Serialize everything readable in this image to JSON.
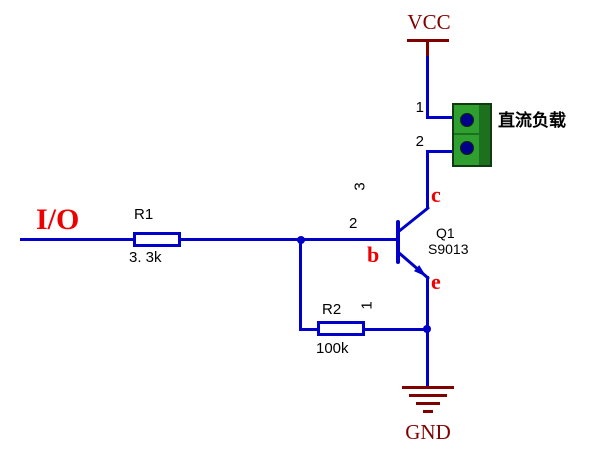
{
  "colors": {
    "wire_blue": "#0000c8",
    "power_dark_red": "#800000",
    "label_red": "#ee0000",
    "text_black": "#000000",
    "connector_green": "#2fa02f",
    "connector_pin_navy": "#00008b",
    "background": "#ffffff"
  },
  "power": {
    "vcc": "VCC",
    "gnd": "GND"
  },
  "input": {
    "io": "I/O"
  },
  "resistors": {
    "r1": {
      "designator": "R1",
      "value": "3. 3k"
    },
    "r2": {
      "designator": "R2",
      "value": "100k"
    }
  },
  "transistor": {
    "designator": "Q1",
    "part": "S9013",
    "base_label": "b",
    "collector_label": "c",
    "emitter_label": "e",
    "collector_pin": "3",
    "base_pin": "2",
    "emitter_pin": "1"
  },
  "connector": {
    "pin1": "1",
    "pin2": "2",
    "load_label": "直流负载"
  }
}
